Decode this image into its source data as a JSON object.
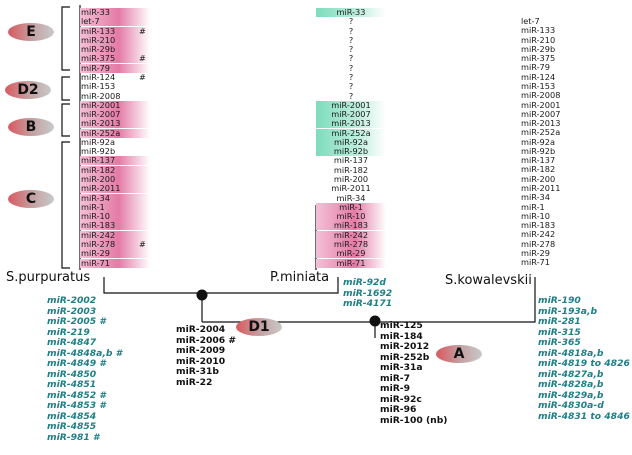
{
  "groups": [
    {
      "label": "E"
    },
    {
      "label": "D2"
    },
    {
      "label": "B"
    },
    {
      "label": "C"
    }
  ],
  "nodes": [
    {
      "label": "D1"
    },
    {
      "label": "A"
    }
  ],
  "species": {
    "left": "S.purpuratus",
    "middle": "P.miniata",
    "right": "S.kowalevskii"
  },
  "col1": [
    {
      "name": "miR-33",
      "bg": "pink",
      "mark": ""
    },
    {
      "name": "let-7",
      "bg": "pink",
      "mark": ""
    },
    {
      "name": "miR-133",
      "bg": "pink",
      "mark": "#"
    },
    {
      "name": "miR-210",
      "bg": "pink",
      "mark": ""
    },
    {
      "name": "miR-29b",
      "bg": "pink",
      "mark": ""
    },
    {
      "name": "miR-375",
      "bg": "pink",
      "mark": "#"
    },
    {
      "name": "miR-79",
      "bg": "pink",
      "mark": ""
    },
    {
      "name": "miR-124",
      "bg": "none",
      "mark": "#"
    },
    {
      "name": "miR-153",
      "bg": "none",
      "mark": ""
    },
    {
      "name": "miR-2008",
      "bg": "none",
      "mark": ""
    },
    {
      "name": "miR-2001",
      "bg": "pink",
      "mark": ""
    },
    {
      "name": "miR-2007",
      "bg": "pink",
      "mark": ""
    },
    {
      "name": "miR-2013",
      "bg": "pink",
      "mark": ""
    },
    {
      "name": "miR-252a",
      "bg": "pink",
      "mark": ""
    },
    {
      "name": "miR-92a",
      "bg": "none",
      "mark": ""
    },
    {
      "name": "miR-92b",
      "bg": "none",
      "mark": ""
    },
    {
      "name": "miR-137",
      "bg": "pink",
      "mark": ""
    },
    {
      "name": "miR-182",
      "bg": "pink",
      "mark": ""
    },
    {
      "name": "miR-200",
      "bg": "pink",
      "mark": ""
    },
    {
      "name": "miR-2011",
      "bg": "pink",
      "mark": ""
    },
    {
      "name": "miR-34",
      "bg": "pink",
      "mark": ""
    },
    {
      "name": "miR-1",
      "bg": "pink",
      "mark": ""
    },
    {
      "name": "miR-10",
      "bg": "pink",
      "mark": ""
    },
    {
      "name": "miR-183",
      "bg": "pink",
      "mark": ""
    },
    {
      "name": "miR-242",
      "bg": "pink",
      "mark": ""
    },
    {
      "name": "miR-278",
      "bg": "pink",
      "mark": "#"
    },
    {
      "name": "miR-29",
      "bg": "pink",
      "mark": ""
    },
    {
      "name": "miR-71",
      "bg": "pink",
      "mark": ""
    }
  ],
  "col2": [
    {
      "name": "miR-33",
      "bg": "green"
    },
    {
      "name": "?",
      "bg": "none"
    },
    {
      "name": "?",
      "bg": "none"
    },
    {
      "name": "?",
      "bg": "none"
    },
    {
      "name": "?",
      "bg": "none"
    },
    {
      "name": "?",
      "bg": "none"
    },
    {
      "name": "?",
      "bg": "none"
    },
    {
      "name": "?",
      "bg": "none"
    },
    {
      "name": "?",
      "bg": "none"
    },
    {
      "name": "?",
      "bg": "none"
    },
    {
      "name": "miR-2001",
      "bg": "green"
    },
    {
      "name": "miR-2007",
      "bg": "green"
    },
    {
      "name": "miR-2013",
      "bg": "green"
    },
    {
      "name": "miR-252a",
      "bg": "green"
    },
    {
      "name": "miR-92a",
      "bg": "green"
    },
    {
      "name": "miR-92b",
      "bg": "green"
    },
    {
      "name": "miR-137",
      "bg": "none"
    },
    {
      "name": "miR-182",
      "bg": "none"
    },
    {
      "name": "miR-200",
      "bg": "none"
    },
    {
      "name": "miR-2011",
      "bg": "none"
    },
    {
      "name": "miR-34",
      "bg": "none"
    },
    {
      "name": "miR-1",
      "bg": "pink"
    },
    {
      "name": "miR-10",
      "bg": "pink"
    },
    {
      "name": "miR-183",
      "bg": "pink"
    },
    {
      "name": "miR-242",
      "bg": "pink"
    },
    {
      "name": "miR-278",
      "bg": "pink"
    },
    {
      "name": "miR-29",
      "bg": "pink"
    },
    {
      "name": "miR-71",
      "bg": "pink"
    }
  ],
  "col3": [
    "let-7",
    "miR-133",
    "miR-210",
    "miR-29b",
    "miR-375",
    "miR-79",
    "miR-124",
    "miR-153",
    "miR-2008",
    "miR-2001",
    "miR-2007",
    "miR-2013",
    "miR-252a",
    "miR-92a",
    "miR-92b",
    "miR-137",
    "miR-182",
    "miR-200",
    "miR-2011",
    "miR-34",
    "miR-1",
    "miR-10",
    "miR-183",
    "miR-242",
    "miR-278",
    "miR-29",
    "miR-71"
  ],
  "lists": {
    "purpuratus_specific": [
      "miR-2002",
      "miR-2003",
      "miR-2005 #",
      "miR-219",
      "miR-4847",
      "miR-4848a,b #",
      "miR-4849 #",
      "miR-4850",
      "miR-4851",
      "miR-4852 #",
      "miR-4853 #",
      "miR-4854",
      "miR-4855",
      "miR-981 #"
    ],
    "miniata_specific": [
      "miR-92d",
      "miR-1692",
      "miR-4171"
    ],
    "kowalevskii_specific": [
      "miR-190",
      "miR-193a,b",
      "miR-281",
      "miR-315",
      "miR-365",
      "miR-4818a,b",
      "miR-4819 to 4826",
      "miR-4827a,b",
      "miR-4828a,b",
      "miR-4829a,b",
      "miR-4830a-d",
      "miR-4831 to 4846"
    ],
    "node_d1": [
      "miR-2004",
      "miR-2006 #",
      "miR-2009",
      "miR-2010",
      "miR-31b",
      "miR-22"
    ],
    "node_a": [
      "miR-125",
      "miR-184",
      "miR-2012",
      "miR-252b",
      "miR-31a",
      "miR-7",
      "miR-9",
      "miR-92c",
      "miR-96",
      "miR-100 (nb)"
    ]
  },
  "colors": {
    "pink": "#e47ba6",
    "green": "#7ddcbd",
    "teal_text": "#1f7f86",
    "badge": "#d9595f"
  }
}
